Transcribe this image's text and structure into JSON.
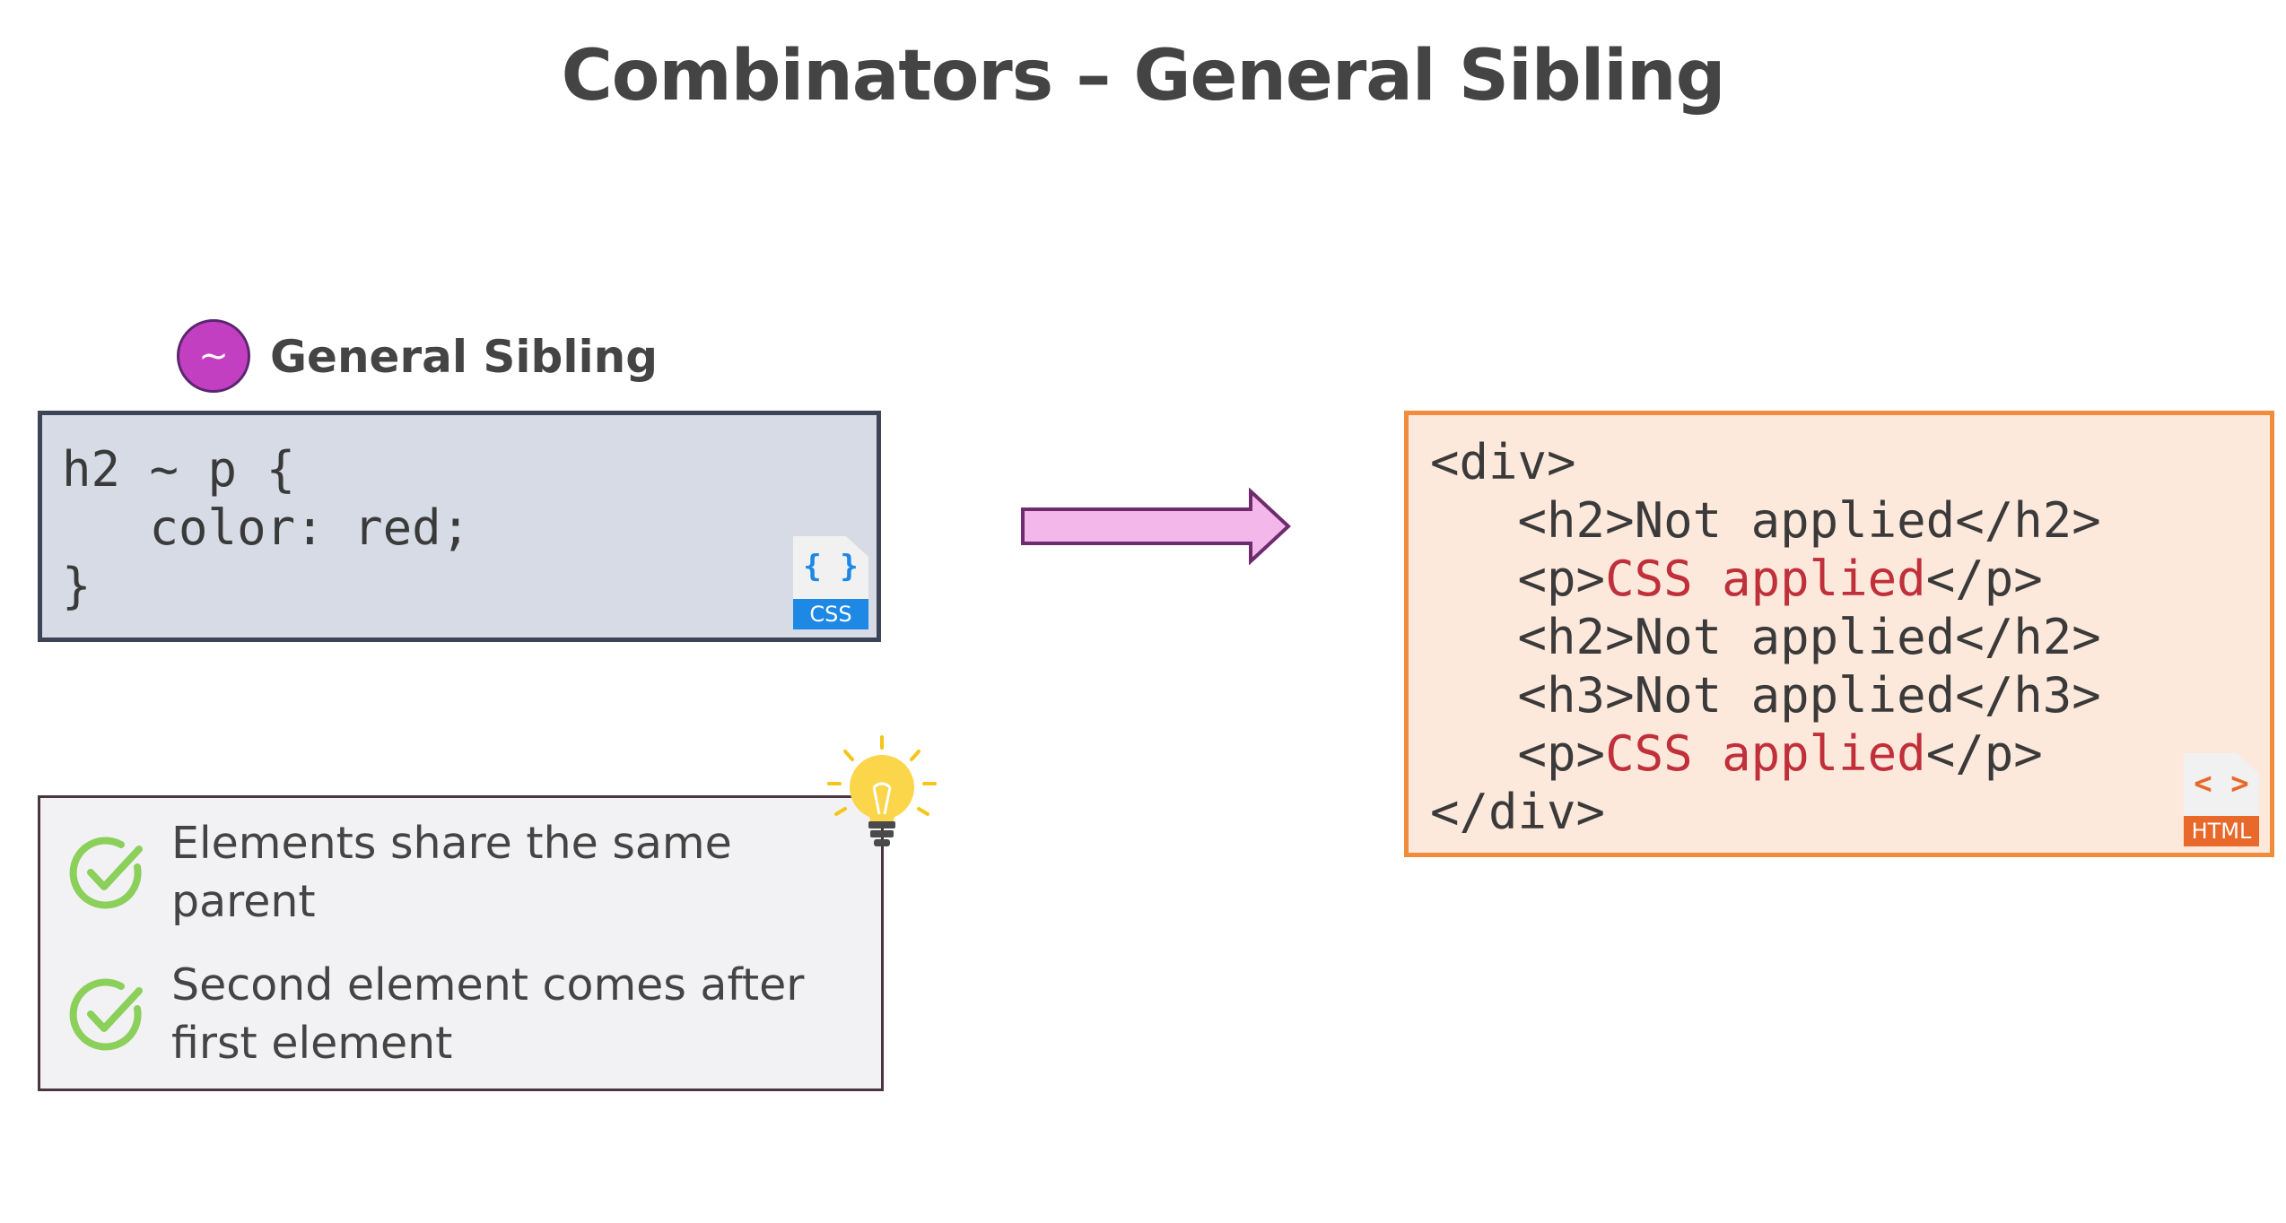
{
  "slide": {
    "title": "Combinators – General Sibling"
  },
  "selector_section": {
    "badge_symbol": "~",
    "label": "General Sibling",
    "badge_color": "#c23fc1"
  },
  "css_code": {
    "lines": [
      "h2 ~ p {",
      "   color: red;",
      "}"
    ],
    "file_icon": {
      "glyph": "{ }",
      "tag": "CSS",
      "color": "#1e88e5"
    }
  },
  "html_code": {
    "lines": [
      {
        "open": "<div>",
        "text": "",
        "close": "",
        "highlight": false
      },
      {
        "open": "   <h2>",
        "text": "Not applied",
        "close": "</h2>",
        "highlight": false
      },
      {
        "open": "   <p>",
        "text": "CSS applied",
        "close": "</p>",
        "highlight": true
      },
      {
        "open": "   <h2>",
        "text": "Not applied",
        "close": "</h2>",
        "highlight": false
      },
      {
        "open": "   <h3>",
        "text": "Not applied",
        "close": "</h3>",
        "highlight": false
      },
      {
        "open": "   <p>",
        "text": "CSS applied",
        "close": "</p>",
        "highlight": true
      },
      {
        "open": "</div>",
        "text": "",
        "close": "",
        "highlight": false
      }
    ],
    "highlight_color": "#c0303a",
    "file_icon": {
      "glyph": "< >",
      "tag": "HTML",
      "color": "#e8692a"
    }
  },
  "notes": {
    "items": [
      {
        "text": "Elements share the same parent"
      },
      {
        "text": "Second element comes after first element"
      }
    ],
    "check_color": "#8bd05a",
    "icons": [
      "check-circle-icon",
      "lightbulb-icon",
      "right-arrow-icon"
    ]
  }
}
